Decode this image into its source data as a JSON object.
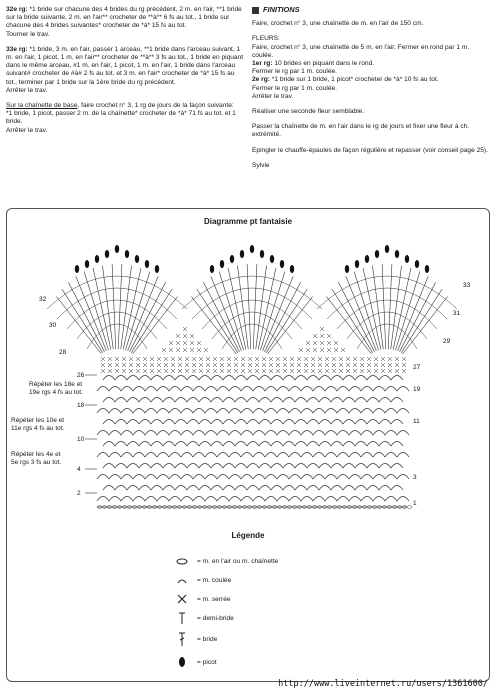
{
  "left_column": {
    "p32": {
      "label": "32e rg:",
      "text": " *1 bride sur chacune des 4 brides du rg précédent, 2 m. en l'air, **1 bride sur la bride suivante, 2 m. en l'air** crocheter de **à** 6 fs au tot., 1 bride sur chacune des 4 brides suivantes* crocheter de *à* 15 fs au tot."
    },
    "p32_end": "Tourner le trav.",
    "p33": {
      "label": "33e rg:",
      "text": " *1 bride, 3 m. en l'air, passer 1 arceau, **1 bride dans l'arceau suivant, 1 m. en l'air, 1 picot, 1 m. en l'air** crocheter de **à** 3 fs au tot., 1 bride en piquant dans le même arceau, #1 m. en l'air, 1 picot, 1 m. en l'air, 1 bride dans l'arceau suivant# crocheter de #à# 2 fs au tot. et 3 m. en l'air* crocheter de *à* 15 fs au tot., terminer par 1 bride sur la 1ère bride du rg précédent."
    },
    "p33_end": "Arrêter le trav.",
    "base_link": "Sur la chaînette de base",
    "base_text": ", faire crochet n° 3, 1 rg de jours de la façon suivante:",
    "base_detail": "*1 bride, 1 picot, passer 2 m. de la chaînette* crocheter de *à* 71 fs au tot. et 1 bride.",
    "base_end": "Arrêter le trav."
  },
  "right_column": {
    "finitions_title": "FINITIONS",
    "finitions_text": "Faire, crochet n° 3, une chaînette de m. en l'air de 150 cm.",
    "fleurs_title": "FLEURS:",
    "fleurs_text": "Faire, crochet n° 3, une chaînette de 5 m. en l'air. Fermer en rond par 1 m. coulée.",
    "r1_label": "1er rg:",
    "r1_text": " 10 brides en piquant dans le rond.",
    "r1_end": "Fermer le rg par 1 m. coulée.",
    "r2_label": "2e rg:",
    "r2_text": " *1 bride sur 1 bride, 1 picot* crocheter de *à* 10 fs au tot.",
    "r2_end1": "Fermer le rg par 1 m. coulée.",
    "r2_end2": "Arrêter le trav.",
    "second": "Réaliser une seconde fleur semblable.",
    "passer": "Passer la chaînette de m. en l'air dans le rg de jours et fixer une fleur à ch. extrémité.",
    "epingler": "Epingler le chauffe-épaules de façon régulière et repasser (voir conseil page 25).",
    "signature": "Sylvie"
  },
  "diagram": {
    "title": "Diagramme pt fantaisie",
    "row_numbers_left": [
      "32",
      "30",
      "28",
      "26",
      "18",
      "10",
      "4",
      "2"
    ],
    "row_numbers_right": [
      "33",
      "31",
      "29",
      "27",
      "19",
      "11",
      "3",
      "1"
    ],
    "repeat_notes": [
      {
        "line1": "Répéter les 18e et",
        "line2": "19e rgs 4 fs au tot."
      },
      {
        "line1": "Répéter les 10e et",
        "line2": "11e rgs 4 fs au tot."
      },
      {
        "line1": "Répéter les 4e et",
        "line2": "5e rgs 3 fs au tot."
      }
    ]
  },
  "legend": {
    "title": "Légende",
    "items": [
      {
        "symbol": "oval",
        "label": "= m. en l'air ou m. chaînette"
      },
      {
        "symbol": "arc",
        "label": "= m. coulée"
      },
      {
        "symbol": "x",
        "label": "= m. serrée"
      },
      {
        "symbol": "half-treble",
        "label": "= demi-bride"
      },
      {
        "symbol": "treble",
        "label": "= bride"
      },
      {
        "symbol": "picot",
        "label": "= picot"
      }
    ]
  },
  "footer": {
    "url": "http://www.liveinternet.ru/users/1361600/"
  }
}
